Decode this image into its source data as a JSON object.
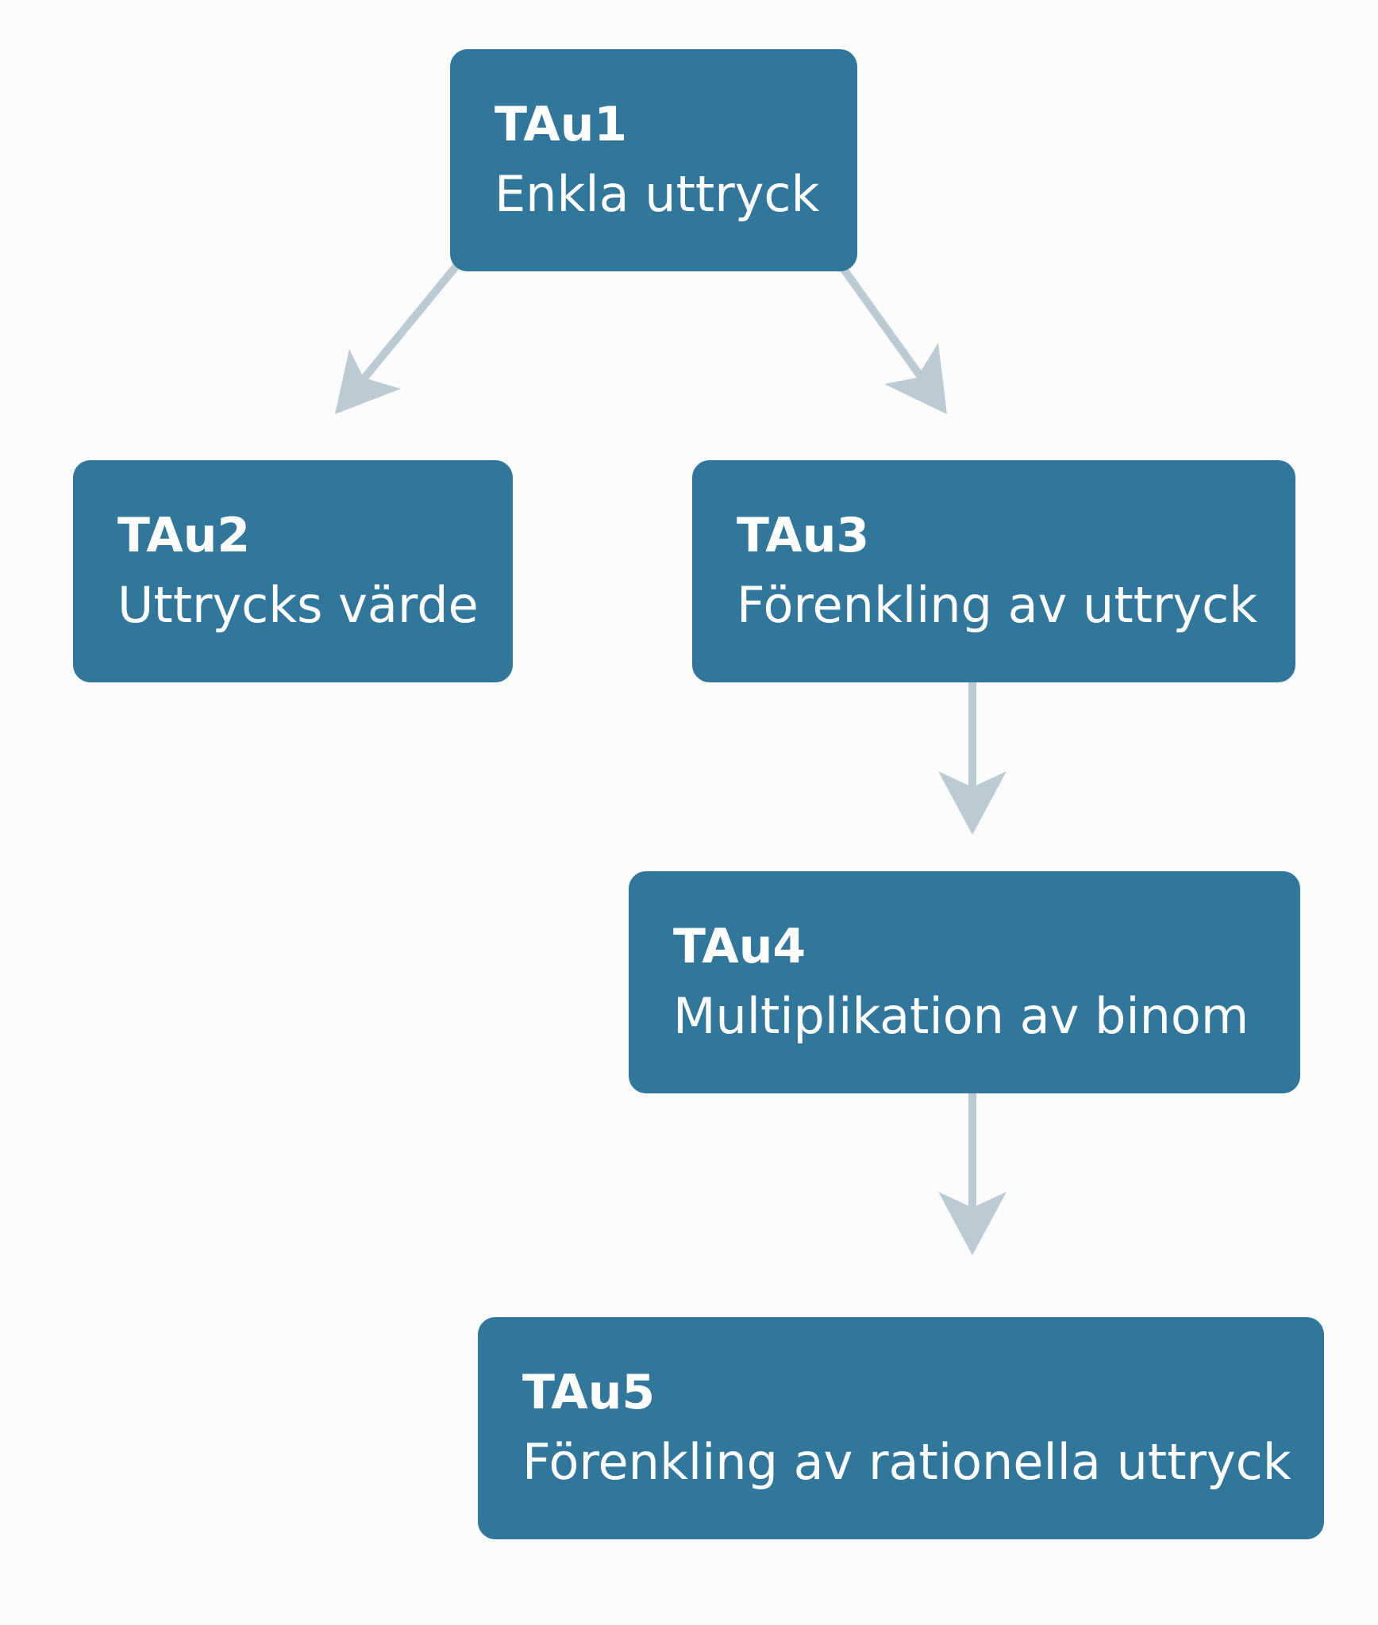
{
  "colors": {
    "node_fill": "#31769b",
    "node_text": "#ffffff",
    "arrow": "#bccad4",
    "background": "#fcfcfd"
  },
  "nodes": [
    {
      "id": "TAu1",
      "code": "TAu1",
      "title": "Enkla uttryck"
    },
    {
      "id": "TAu2",
      "code": "TAu2",
      "title": "Uttrycks värde"
    },
    {
      "id": "TAu3",
      "code": "TAu3",
      "title": "Förenkling av uttryck"
    },
    {
      "id": "TAu4",
      "code": "TAu4",
      "title": "Multiplikation av binom"
    },
    {
      "id": "TAu5",
      "code": "TAu5",
      "title": "Förenkling av rationella uttryck"
    }
  ],
  "edges": [
    {
      "from": "TAu1",
      "to": "TAu2"
    },
    {
      "from": "TAu1",
      "to": "TAu3"
    },
    {
      "from": "TAu3",
      "to": "TAu4"
    },
    {
      "from": "TAu4",
      "to": "TAu5"
    }
  ]
}
